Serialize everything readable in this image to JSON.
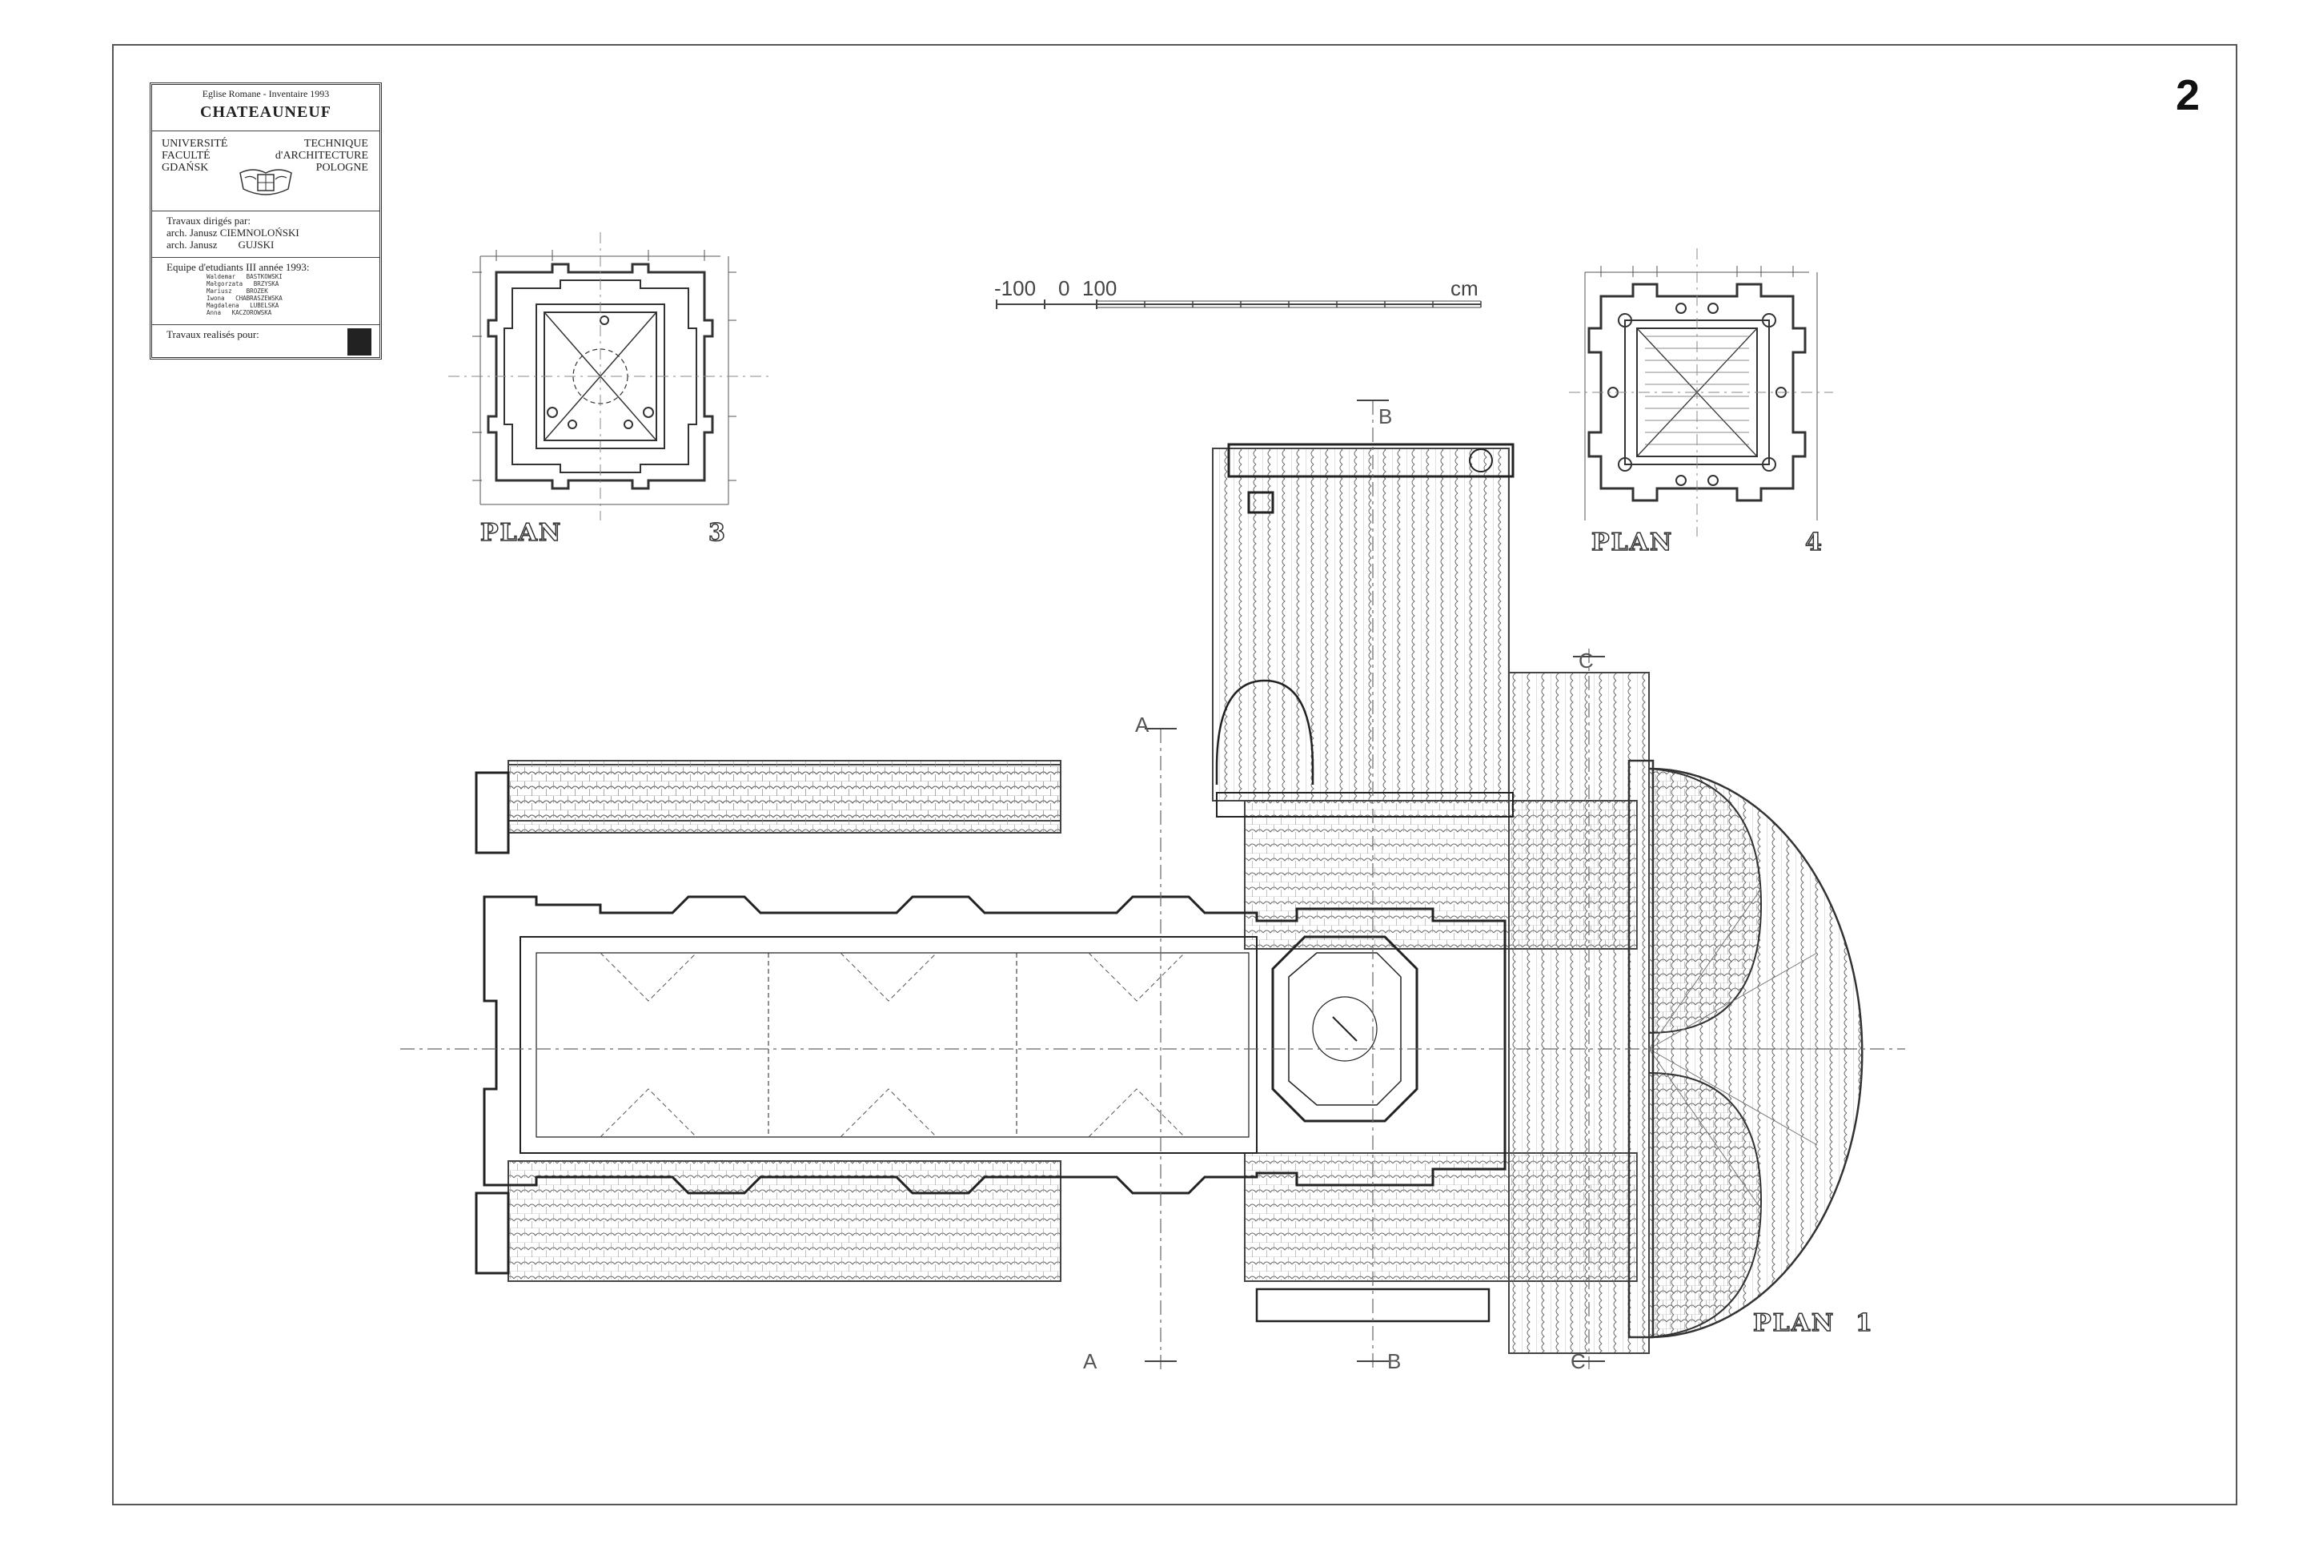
{
  "sheet": {
    "number": "2"
  },
  "title_block": {
    "subtitle": "Eglise Romane  -  Inventaire 1993",
    "name": "CHATEAUNEUF",
    "university": {
      "left": [
        "UNIVERSITÉ",
        "FACULTÉ",
        "GDAŃSK"
      ],
      "right": [
        "TECHNIQUE",
        "d'ARCHITECTURE",
        "POLOGNE"
      ]
    },
    "directed_by_label": "Travaux dirigés par:",
    "directors": [
      "arch. Janusz CIEMNOLOŃSKI",
      "arch. Janusz        GUJSKI"
    ],
    "team_label": "Equipe d'etudiants  III année 1993:",
    "team_members": [
      "Waldemar   BASTKOWSKI",
      "Małgorzata   BRZYSKA",
      "Mariusz    BROZEK",
      "Iwona   CHABRASZEWSKA",
      "Magdalena   LUBELSKA",
      "Anna   KACZOROWSKA"
    ],
    "realized_for_label": "Travaux realisés pour:"
  },
  "plans": {
    "plan3": {
      "label": "PLAN",
      "number": "3"
    },
    "plan4": {
      "label": "PLAN",
      "number": "4"
    },
    "plan1": {
      "label": "PLAN",
      "number": "1"
    }
  },
  "scale": {
    "labels": [
      "-100",
      "0",
      "100"
    ],
    "unit": "cm"
  },
  "section_marks": {
    "a_top": "A",
    "a_bottom": "A",
    "b_top": "B",
    "b_bottom": "B",
    "c_top": "C",
    "c_bottom": "C"
  },
  "colors": {
    "line": "#333333",
    "paper": "#ffffff"
  }
}
